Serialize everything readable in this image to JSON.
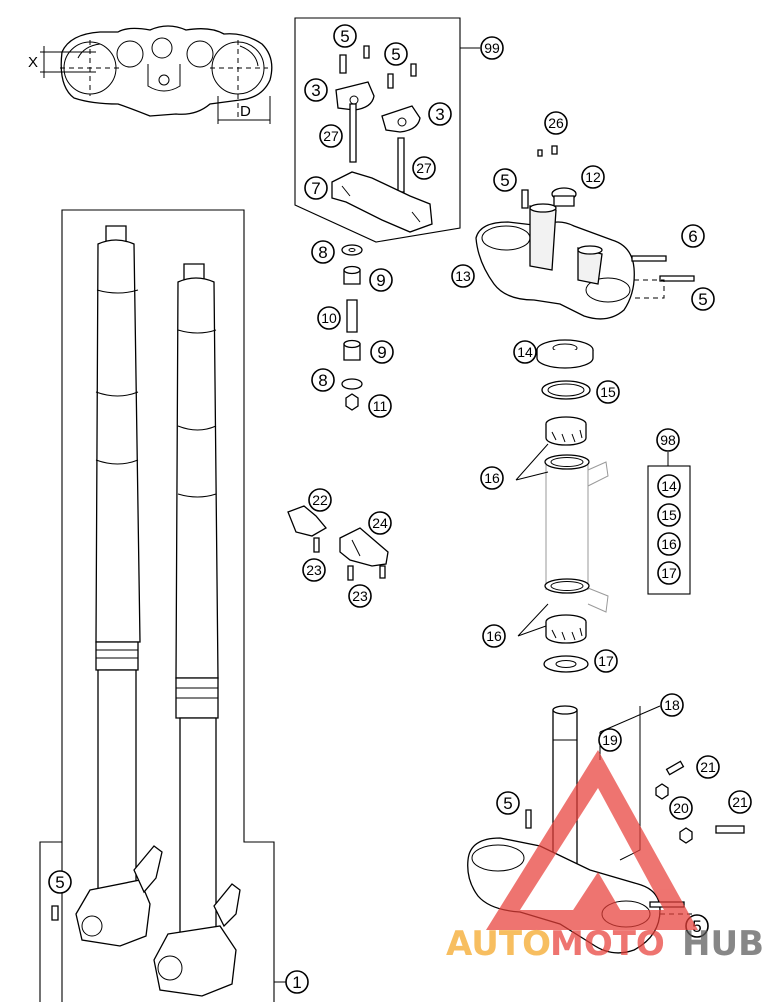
{
  "dimensions": {
    "x_label": "X",
    "d_label": "D"
  },
  "kit_99": {
    "label": "99"
  },
  "kit_98": {
    "label": "98",
    "contents": [
      "14",
      "15",
      "16",
      "17"
    ]
  },
  "callouts": {
    "c1": "1",
    "c3a": "3",
    "c3b": "3",
    "c5a": "5",
    "c5b": "5",
    "c5c": "5",
    "c5d": "5",
    "c5e": "5",
    "c5f": "5",
    "c6": "6",
    "c7": "7",
    "c8a": "8",
    "c8b": "8",
    "c9a": "9",
    "c9b": "9",
    "c10": "10",
    "c11": "11",
    "c12": "12",
    "c13": "13",
    "c14": "14",
    "c15": "15",
    "c16a": "16",
    "c16b": "16",
    "c17": "17",
    "c18": "18",
    "c19": "19",
    "c20": "20",
    "c21a": "21",
    "c21b": "21",
    "c22": "22",
    "c23a": "23",
    "c23b": "23",
    "c24": "24",
    "c26": "26",
    "c27a": "27",
    "c27b": "27"
  },
  "watermark": {
    "part1": "AUTO",
    "part2": "MOTO",
    "part3": "HUB",
    "color_red": "#e8403a",
    "color_orange": "#f5a623",
    "color_grey": "#5a5a5a"
  }
}
